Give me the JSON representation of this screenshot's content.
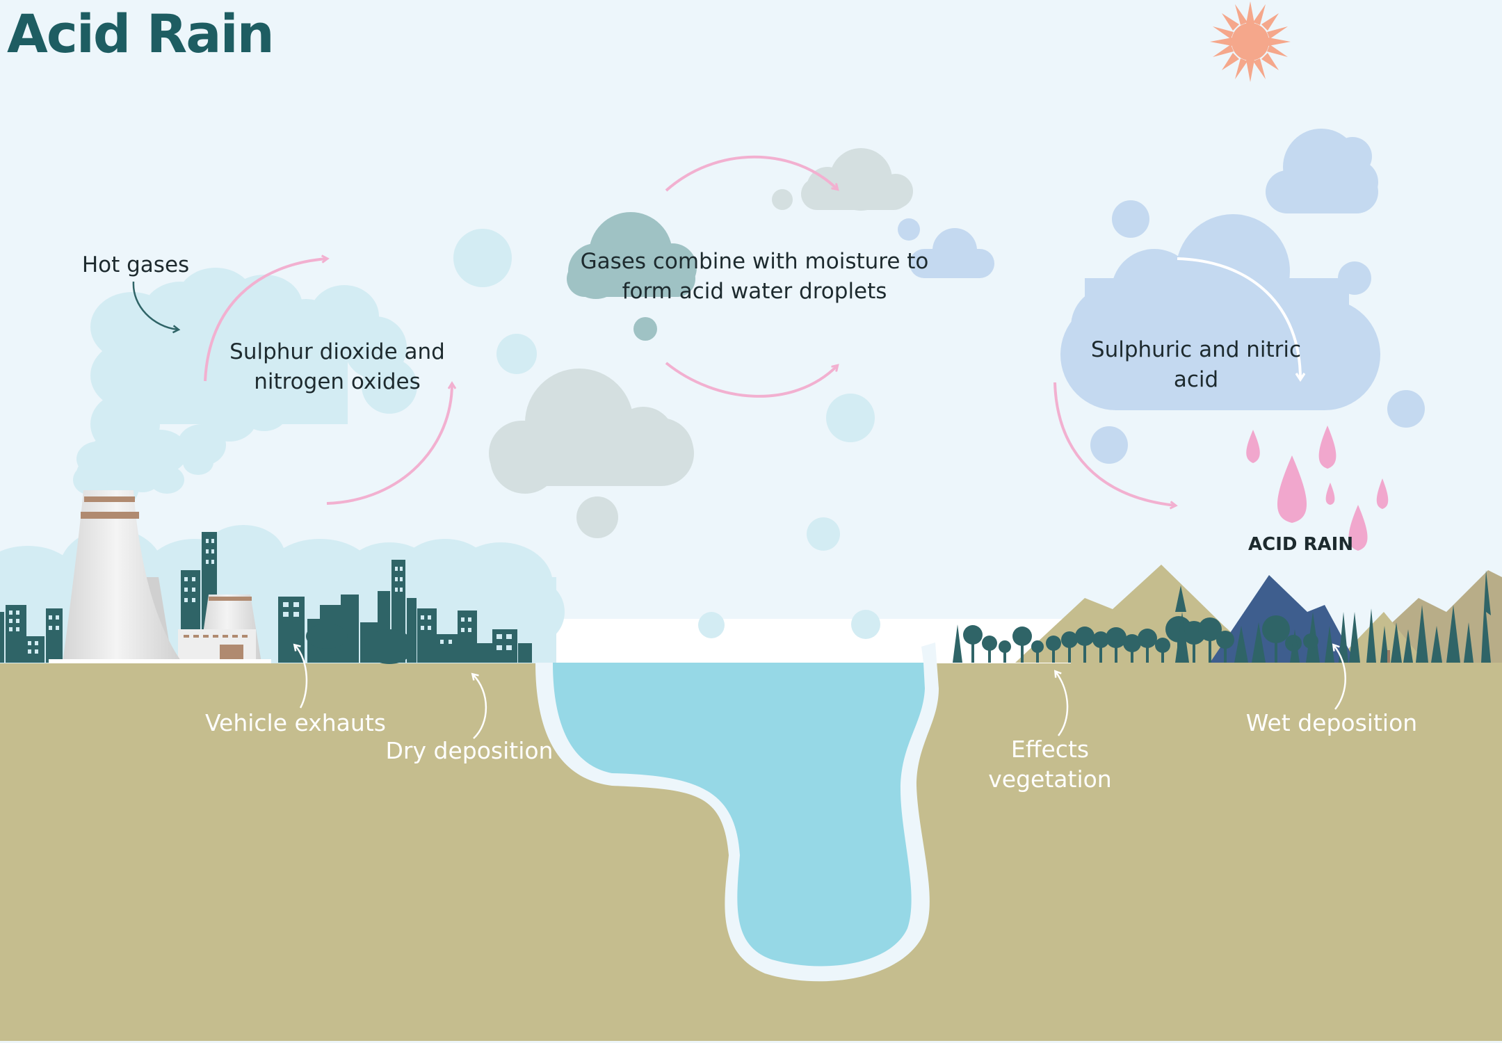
{
  "title": "Acid Rain",
  "labels": {
    "hot_gases": "Hot gases",
    "sulphur_dioxide": "Sulphur dioxide and nitrogen oxides",
    "gases_combine": "Gases combine with moisture to form acid water droplets",
    "sulphuric_nitric": "Sulphuric and nitric acid",
    "acid_rain": "ACID RAIN",
    "vehicle_exhausts": "Vehicle exhauts",
    "dry_deposition": "Dry deposition",
    "effects_vegetation": "Effects vegetation",
    "wet_deposition": "Wet deposition"
  },
  "colors": {
    "sky": "#edf6fb",
    "ground": "#c5bd8e",
    "water": "#96d8e6",
    "title": "#1e5d62",
    "smoke": "#d3ecf3",
    "city": "#2f6467",
    "arrow_pink": "#f2b0d0",
    "rain_drop": "#f1a7cd",
    "acid_cloud": "#c4d9f0",
    "grey_cloud": "#d4dfe0",
    "teal_cloud": "#9fc2c4",
    "sun": "#f5a78b",
    "mountain": "#c5bd8e",
    "mountain_blue": "#3e5e8e"
  }
}
